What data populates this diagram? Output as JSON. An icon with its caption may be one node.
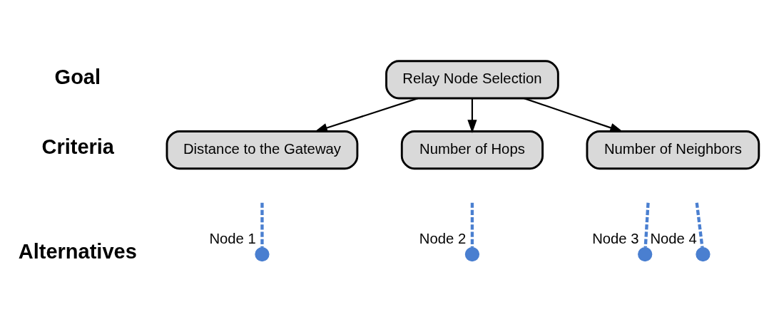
{
  "diagram": {
    "nodes": [
      {
        "text": [
          "Relay Node Selection"
        ]
      },
      {
        "text": [
          "Distance to the Gateway"
        ]
      },
      {
        "text": [
          "Number of Hops"
        ]
      },
      {
        "text": [
          "Number of Neighbors"
        ]
      },
      {
        "text": [],
        "shape": "circle",
        "beside": [
          "Node 1"
        ]
      },
      {
        "text": [],
        "shape": "circle",
        "beside": [
          "Node 2"
        ]
      },
      {
        "text": [],
        "shape": "circle",
        "beside": [
          "Node 3"
        ]
      },
      {
        "text": [],
        "shape": "circle",
        "beside": [
          "Node 4"
        ]
      }
    ],
    "edges": [
      {
        "from": 0,
        "to": 1,
        "arrow": "to",
        "color": "#000000"
      },
      {
        "from": 0,
        "to": 2,
        "arrow": "to",
        "color": "#000000"
      },
      {
        "from": 0,
        "to": 3,
        "arrow": "to",
        "color": "#000000"
      },
      {
        "from": null,
        "to": 4,
        "arrow": "none",
        "style": "dashed",
        "color": "#4a7fd0"
      },
      {
        "from": null,
        "to": 5,
        "arrow": "none",
        "style": "dashed",
        "color": "#4a7fd0"
      },
      {
        "from": null,
        "to": 6,
        "arrow": "none",
        "style": "dashed",
        "color": "#4a7fd0"
      },
      {
        "from": null,
        "to": 7,
        "arrow": "none",
        "style": "dashed",
        "color": "#4a7fd0"
      }
    ],
    "labels": [
      "Goal",
      "Criteria",
      "Alternatives"
    ]
  }
}
